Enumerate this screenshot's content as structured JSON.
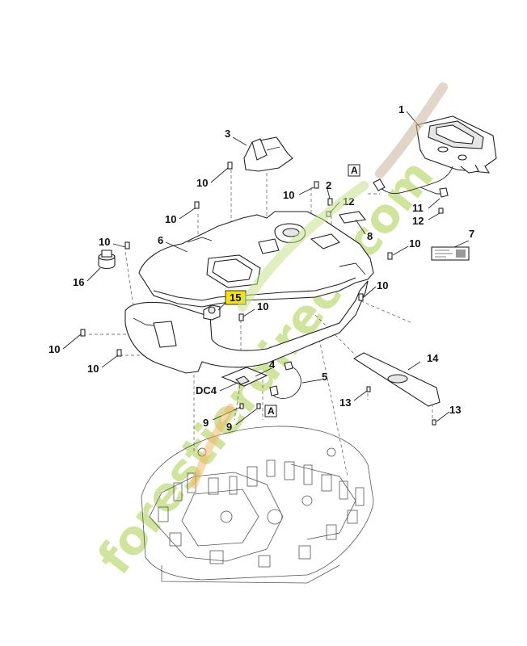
{
  "callouts": {
    "c1": "1",
    "c2": "2",
    "c3": "3",
    "c4": "4",
    "c5": "5",
    "c6": "6",
    "c7": "7",
    "c8": "8",
    "c9a": "9",
    "c9b": "9",
    "c10a": "10",
    "c10b": "10",
    "c10c": "10",
    "c10d": "10",
    "c10e": "10",
    "c10f": "10",
    "c10g": "10",
    "c10h": "10",
    "c10i": "10",
    "c11": "11",
    "c12a": "12",
    "c12b": "12",
    "c13a": "13",
    "c13b": "13",
    "c14": "14",
    "c15": "15",
    "c16": "16",
    "dc4": "DC4",
    "refA1": "A",
    "refA2": "A"
  },
  "watermark": {
    "text": "forestierdirect.com",
    "green": "#c8e08a",
    "orange": "#f2b86a",
    "brown": "#c9b49a"
  },
  "colors": {
    "highlight": "#f5e400",
    "line": "#222222"
  }
}
